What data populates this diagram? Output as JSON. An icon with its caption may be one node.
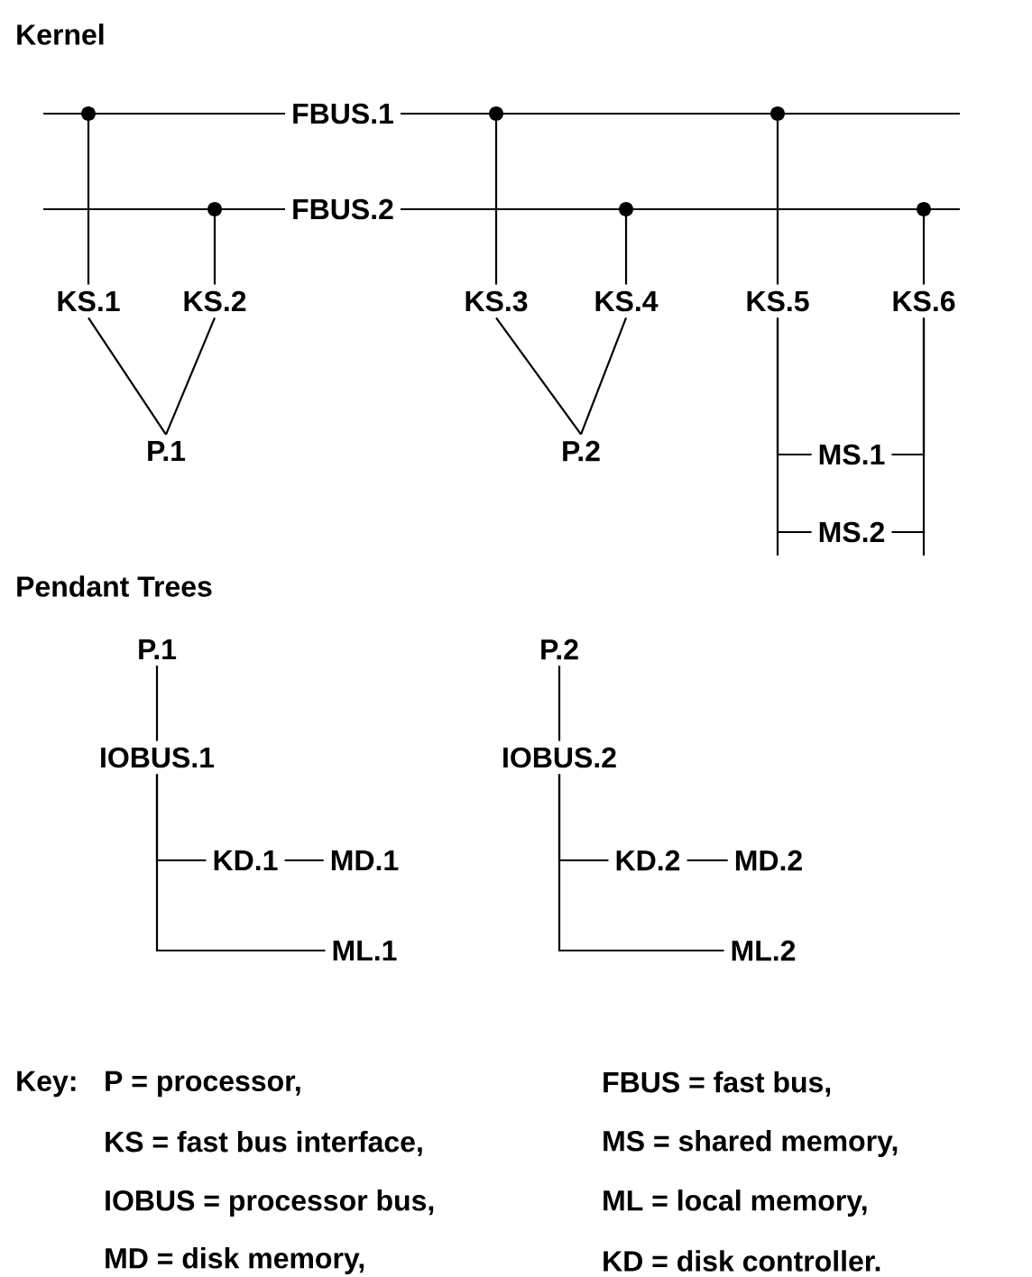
{
  "diagram": {
    "nodes": [
      {
        "text": [
          "FBUS.1"
        ]
      },
      {
        "text": [
          "FBUS.2"
        ]
      },
      {
        "text": [
          "KS.1"
        ]
      },
      {
        "text": [
          "KS.2"
        ]
      },
      {
        "text": [
          "KS.3"
        ]
      },
      {
        "text": [
          "KS.4"
        ]
      },
      {
        "text": [
          "KS.5"
        ]
      },
      {
        "text": [
          "KS.6"
        ]
      },
      {
        "text": [
          "P.1"
        ]
      },
      {
        "text": [
          "P.2"
        ]
      },
      {
        "text": [
          "MS.1"
        ]
      },
      {
        "text": [
          "MS.2"
        ]
      },
      {
        "text": [
          "P.1"
        ]
      },
      {
        "text": [
          "IOBUS.1"
        ]
      },
      {
        "text": [
          "KD.1"
        ]
      },
      {
        "text": [
          "MD.1"
        ]
      },
      {
        "text": [
          "ML.1"
        ]
      },
      {
        "text": [
          "P.2"
        ]
      },
      {
        "text": [
          "IOBUS.2"
        ]
      },
      {
        "text": [
          "KD.2"
        ]
      },
      {
        "text": [
          "MD.2"
        ]
      },
      {
        "text": [
          "ML.2"
        ]
      }
    ],
    "edges": [
      {
        "from": 2,
        "to": 0,
        "arrow": "none"
      },
      {
        "from": 3,
        "to": 1,
        "arrow": "none"
      },
      {
        "from": 4,
        "to": 0,
        "arrow": "none"
      },
      {
        "from": 5,
        "to": 1,
        "arrow": "none"
      },
      {
        "from": 6,
        "to": 0,
        "arrow": "none"
      },
      {
        "from": 7,
        "to": 1,
        "arrow": "none"
      },
      {
        "from": 2,
        "to": 8,
        "arrow": "none"
      },
      {
        "from": 3,
        "to": 8,
        "arrow": "none"
      },
      {
        "from": 4,
        "to": 9,
        "arrow": "none"
      },
      {
        "from": 5,
        "to": 9,
        "arrow": "none"
      },
      {
        "from": 6,
        "to": 10,
        "arrow": "none"
      },
      {
        "from": 7,
        "to": 10,
        "arrow": "none"
      },
      {
        "from": 6,
        "to": 11,
        "arrow": "none"
      },
      {
        "from": 7,
        "to": 11,
        "arrow": "none"
      },
      {
        "from": 12,
        "to": 13,
        "arrow": "none"
      },
      {
        "from": 13,
        "to": 14,
        "arrow": "none"
      },
      {
        "from": 14,
        "to": 15,
        "arrow": "none"
      },
      {
        "from": 13,
        "to": 16,
        "arrow": "none"
      },
      {
        "from": 17,
        "to": 18,
        "arrow": "none"
      },
      {
        "from": 18,
        "to": 19,
        "arrow": "none"
      },
      {
        "from": 19,
        "to": 20,
        "arrow": "none"
      },
      {
        "from": 18,
        "to": 21,
        "arrow": "none"
      }
    ],
    "labels": [
      "Kernel",
      "Pendant Trees",
      "Key:",
      "P = processor,",
      "FBUS = fast bus,",
      "KS = fast bus interface,",
      "MS = shared memory,",
      "IOBUS = processor bus,",
      "ML = local memory,",
      "MD = disk memory,",
      "KD = disk controller."
    ]
  }
}
